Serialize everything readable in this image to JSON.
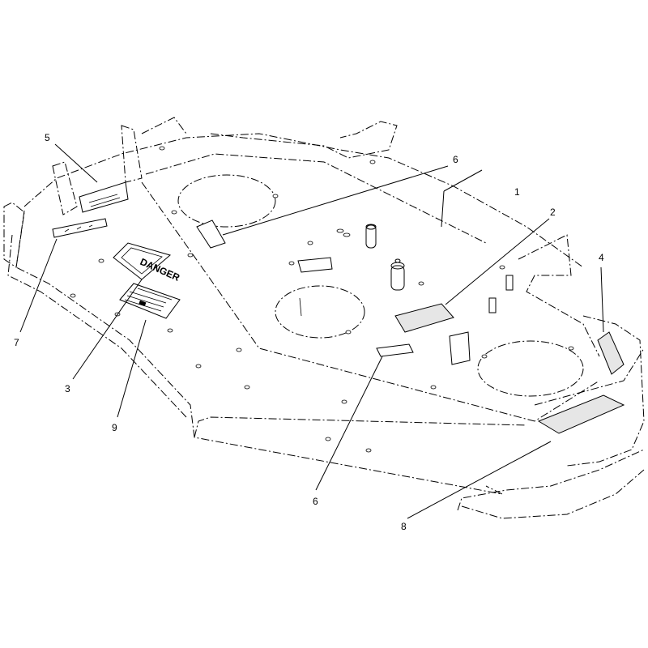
{
  "callouts": [
    {
      "label": "1"
    },
    {
      "label": "2"
    },
    {
      "label": "3"
    },
    {
      "label": "4"
    },
    {
      "label": "5"
    },
    {
      "label": "6"
    },
    {
      "label": "6"
    },
    {
      "label": "7"
    },
    {
      "label": "8"
    },
    {
      "label": "9"
    }
  ],
  "decals": {
    "danger_word": "DANGER"
  }
}
